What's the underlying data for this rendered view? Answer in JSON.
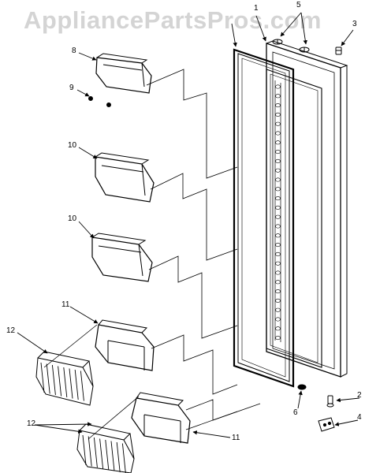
{
  "watermark": {
    "text": "AppliancePartsPros.com"
  },
  "callouts": {
    "c1": "1",
    "c2": "2",
    "c3": "3",
    "c4": "4",
    "c5": "5",
    "c6": "6",
    "c8": "8",
    "c9": "9",
    "c10a": "10",
    "c10b": "10",
    "c11a": "11",
    "c11b": "11",
    "c12a": "12",
    "c12b": "12"
  },
  "colors": {
    "ink": "#000000",
    "watermark": "#d4d4d4",
    "background": "#ffffff"
  }
}
